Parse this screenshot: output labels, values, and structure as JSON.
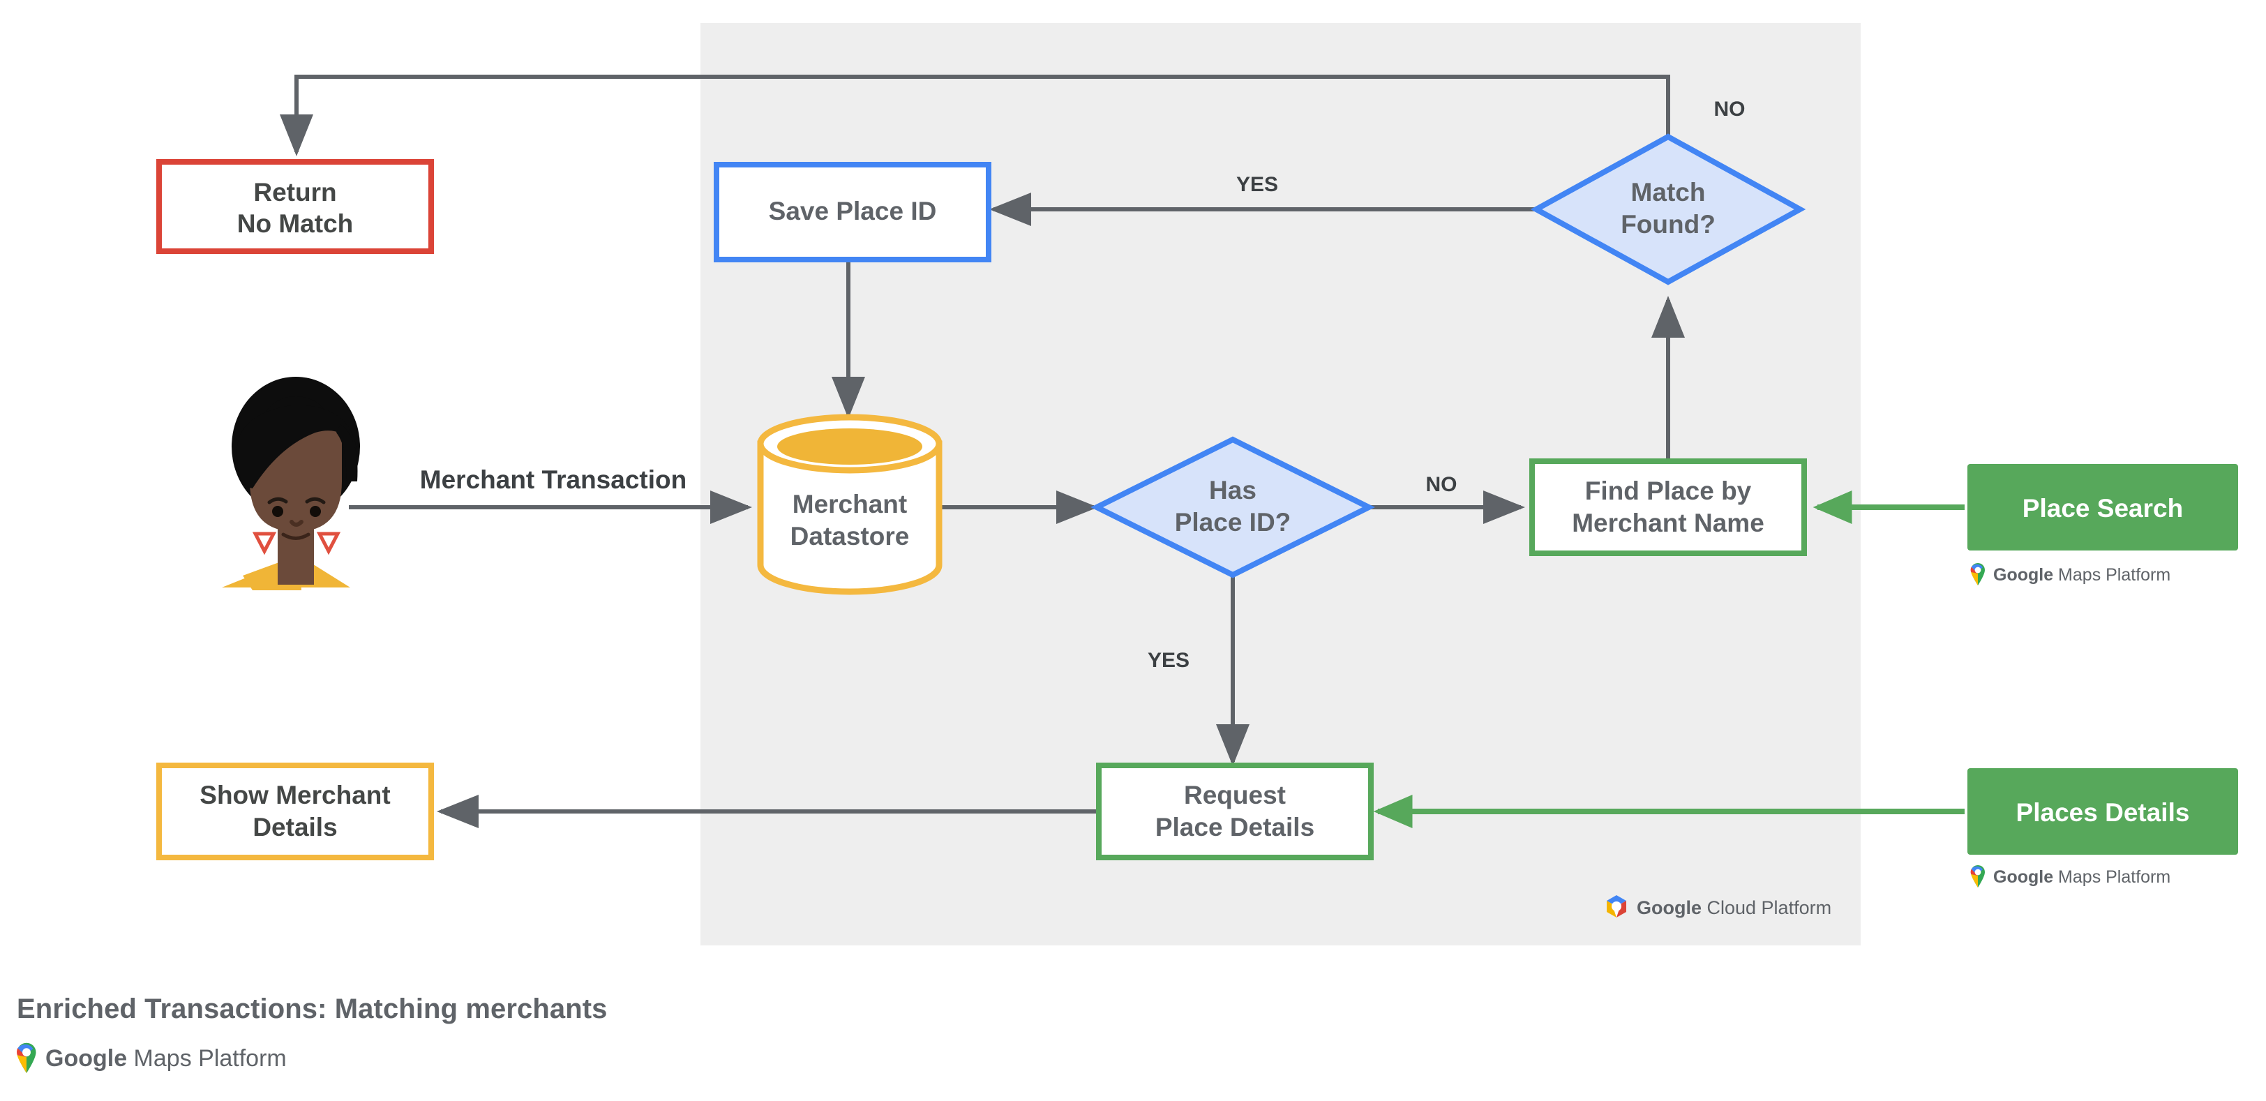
{
  "caption": {
    "title": "Enriched Transactions: Matching merchants",
    "brand_prefix": "Google",
    "brand_suffix": " Maps Platform"
  },
  "panel": {
    "watermark": {
      "prefix": "Google",
      "suffix": " Cloud Platform",
      "icon": "google-cloud-platform-logo"
    }
  },
  "actor": {
    "icon": "user-avatar-illustration",
    "label": "Merchant Transaction"
  },
  "nodes": {
    "return_no_match": {
      "line1": "Return",
      "line2": "No Match",
      "color": "#db4437",
      "shape": "rect-outline"
    },
    "save_place_id": {
      "line1": "Save Place ID",
      "line2": "",
      "color": "#4285f4",
      "shape": "rect-outline"
    },
    "match_found": {
      "line1": "Match",
      "line2": "Found?",
      "color": "#4285f4",
      "shape": "diamond"
    },
    "merchant_datastore": {
      "line1": "Merchant",
      "line2": "Datastore",
      "color": "#f4b83f",
      "shape": "cylinder"
    },
    "has_place_id": {
      "line1": "Has",
      "line2": "Place ID?",
      "color": "#4285f4",
      "shape": "diamond"
    },
    "find_place": {
      "line1": "Find Place by",
      "line2": "Merchant Name",
      "color": "#57a85b",
      "shape": "rect-outline"
    },
    "request_place_details": {
      "line1": "Request",
      "line2": "Place Details",
      "color": "#57a85b",
      "shape": "rect-outline"
    },
    "show_merchant_details": {
      "line1": "Show Merchant",
      "line2": "Details",
      "color": "#f4b83f",
      "shape": "rect-outline"
    },
    "place_search": {
      "line1": "Place Search",
      "color": "#57a85b",
      "shape": "rect-filled"
    },
    "places_details": {
      "line1": "Places Details",
      "color": "#57a85b",
      "shape": "rect-filled"
    }
  },
  "edge_labels": {
    "merchant_transaction": "Merchant Transaction",
    "match_no": "NO",
    "match_yes": "YES",
    "place_id_no": "NO",
    "place_id_yes": "YES"
  },
  "products": [
    {
      "name": "Place Search",
      "brand_prefix": "Google",
      "brand_suffix": " Maps Platform"
    },
    {
      "name": "Places Details",
      "brand_prefix": "Google",
      "brand_suffix": " Maps Platform"
    }
  ],
  "colors": {
    "panel_bg": "#eeeeee",
    "flow_line": "#5f6368",
    "green": "#57a85b",
    "blue": "#4285f4",
    "blue_fill": "#d7e3fa",
    "amber": "#f4b83f",
    "red": "#db4437",
    "text": "#5f6368"
  }
}
